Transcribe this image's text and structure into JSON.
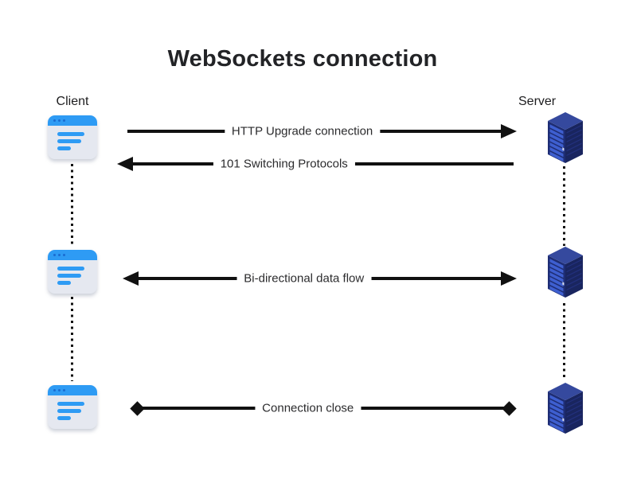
{
  "title": "WebSockets connection",
  "actors": {
    "client": {
      "label": "Client",
      "icon": "browser-window-icon"
    },
    "server": {
      "label": "Server",
      "icon": "server-tower-icon"
    }
  },
  "messages": [
    {
      "label": "HTTP Upgrade connection",
      "from": "client",
      "to": "server",
      "style": "solid-arrow-right"
    },
    {
      "label": "101 Switching Protocols",
      "from": "server",
      "to": "client",
      "style": "solid-arrow-left"
    },
    {
      "label": "Bi-directional data flow",
      "from": "both",
      "to": "both",
      "style": "solid-arrow-both"
    },
    {
      "label": "Connection close",
      "from": "both",
      "to": "both",
      "style": "diamond-both-ends"
    }
  ],
  "colors": {
    "background": "#FFFFFF",
    "arrow_black": "#111111",
    "client_blue": "#2E9BF4",
    "client_body_gray": "#E5E8F0",
    "server_top_blue": "#35499E",
    "server_front_navy": "#1E2D74",
    "server_slat_blue": "#3E5FD0",
    "server_side_navy": "#19255F"
  }
}
